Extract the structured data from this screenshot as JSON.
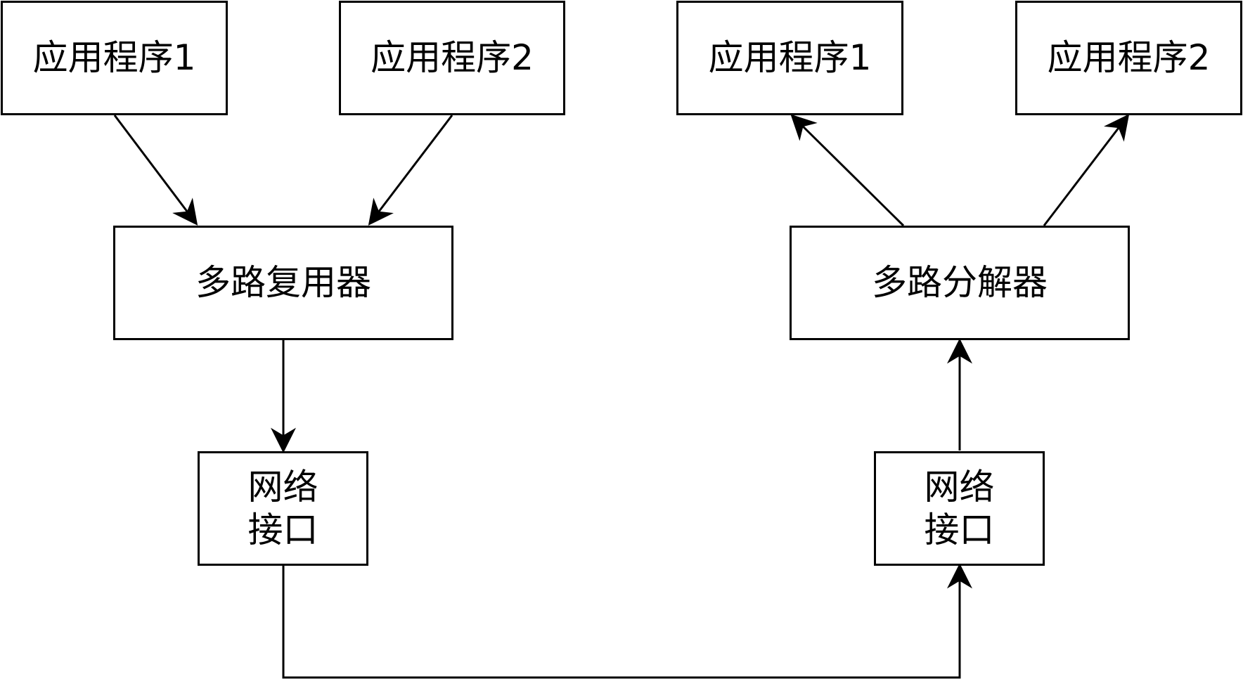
{
  "sender": {
    "app1": "应用程序1",
    "app2": "应用程序2",
    "multiplexer": "多路复用器",
    "nic_line1": "网络",
    "nic_line2": "接口"
  },
  "receiver": {
    "app1": "应用程序1",
    "app2": "应用程序2",
    "demultiplexer": "多路分解器",
    "nic_line1": "网络",
    "nic_line2": "接口"
  },
  "style": {
    "stroke_color": "#000000",
    "background": "#ffffff"
  }
}
